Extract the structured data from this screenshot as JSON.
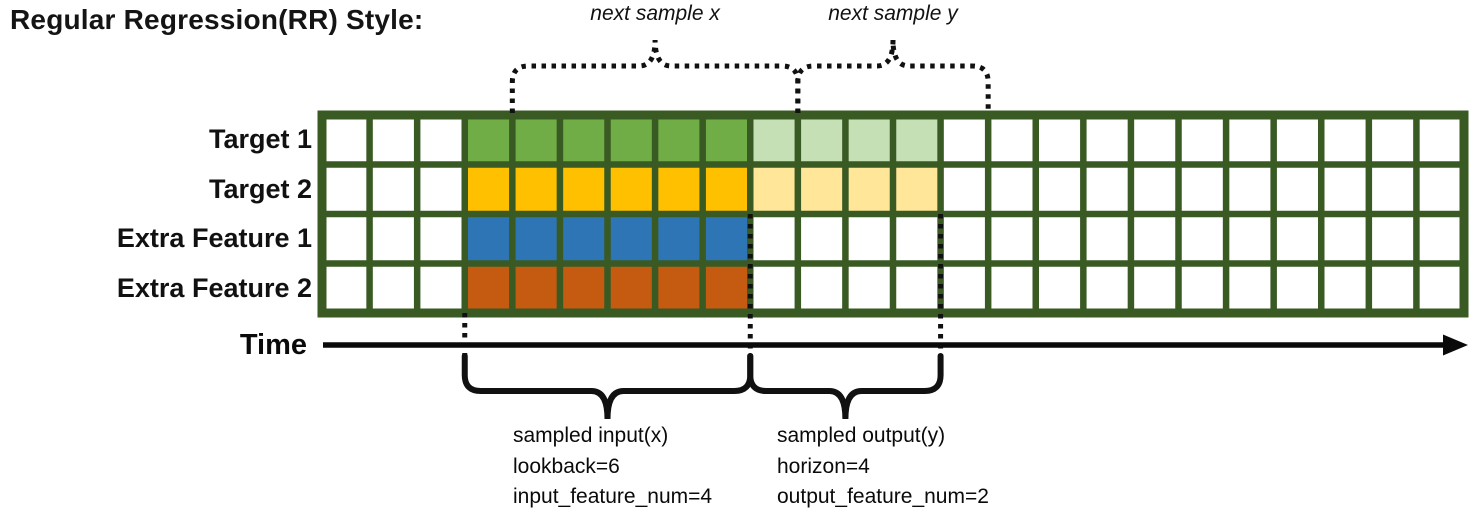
{
  "title": "Regular Regression(RR) Style:",
  "annotations": {
    "next_sample_x": "next sample x",
    "next_sample_y": "next sample y"
  },
  "time_axis": {
    "label": "Time"
  },
  "rows": [
    {
      "label": "Target 1",
      "fill": "#70AD47",
      "output_fill": "#C5E0B4"
    },
    {
      "label": "Target 2",
      "fill": "#FFC000",
      "output_fill": "#FFE699"
    },
    {
      "label": "Extra Feature 1",
      "fill": "#2E75B6",
      "output_fill": null
    },
    {
      "label": "Extra Feature 2",
      "fill": "#C55A11",
      "output_fill": null
    }
  ],
  "grid": {
    "total_columns": 24,
    "lead_empty_columns": 3,
    "lookback": 6,
    "horizon": 4,
    "border_color": "#3A5A23",
    "cell_color": "#FFFFFF",
    "guide_color": "#111111"
  },
  "sampled_input": {
    "title": "sampled input(x)",
    "lookback": "lookback=6",
    "feature_num": "input_feature_num=4"
  },
  "sampled_output": {
    "title": "sampled output(y)",
    "horizon": "horizon=4",
    "feature_num": "output_feature_num=2"
  }
}
